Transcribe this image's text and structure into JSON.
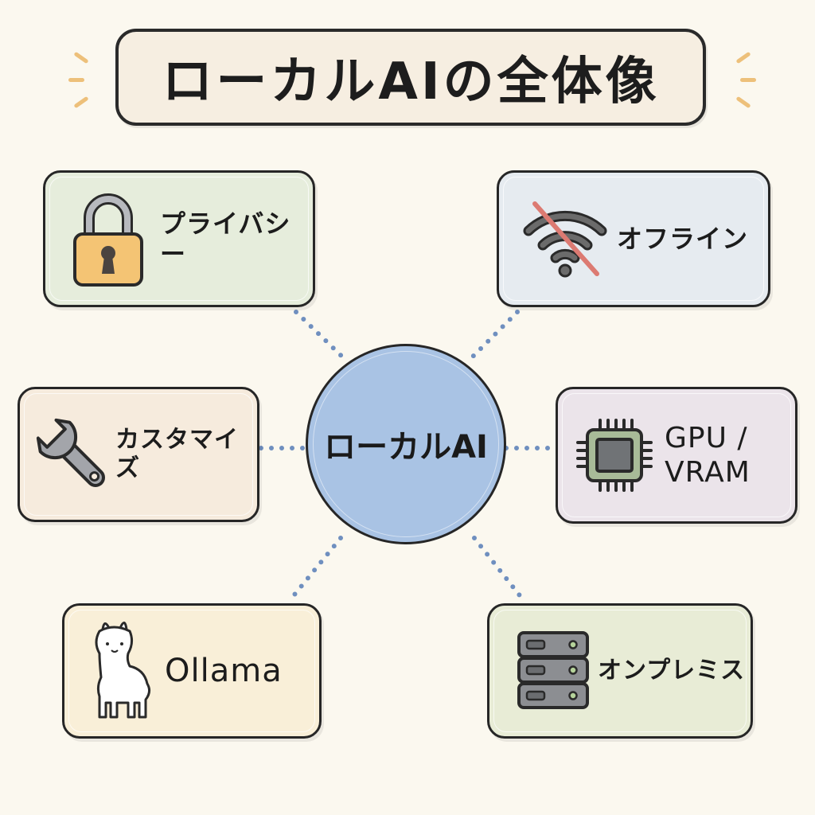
{
  "title": "ローカルAIの全体像",
  "hub": {
    "label": "ローカルAI",
    "color": "#a9c3e4"
  },
  "link_color": "#6f8fbf",
  "nodes": [
    {
      "id": "privacy",
      "label": "プライバシー",
      "icon": "padlock-icon",
      "color": "#e6eddc"
    },
    {
      "id": "offline",
      "label": "オフライン",
      "icon": "wifi-off-icon",
      "color": "#e6ebf0"
    },
    {
      "id": "customize",
      "label": "カスタマイズ",
      "icon": "wrench-icon",
      "color": "#f6ebdd"
    },
    {
      "id": "gpu",
      "label_line1": "GPU /",
      "label_line2": "VRAM",
      "icon": "gpu-chip-icon",
      "color": "#ebe4ea"
    },
    {
      "id": "ollama",
      "label": "Ollama",
      "icon": "llama-icon",
      "color": "#f9efd8"
    },
    {
      "id": "onprem",
      "label": "オンプレミス",
      "icon": "server-rack-icon",
      "color": "#e8ecd6"
    }
  ]
}
